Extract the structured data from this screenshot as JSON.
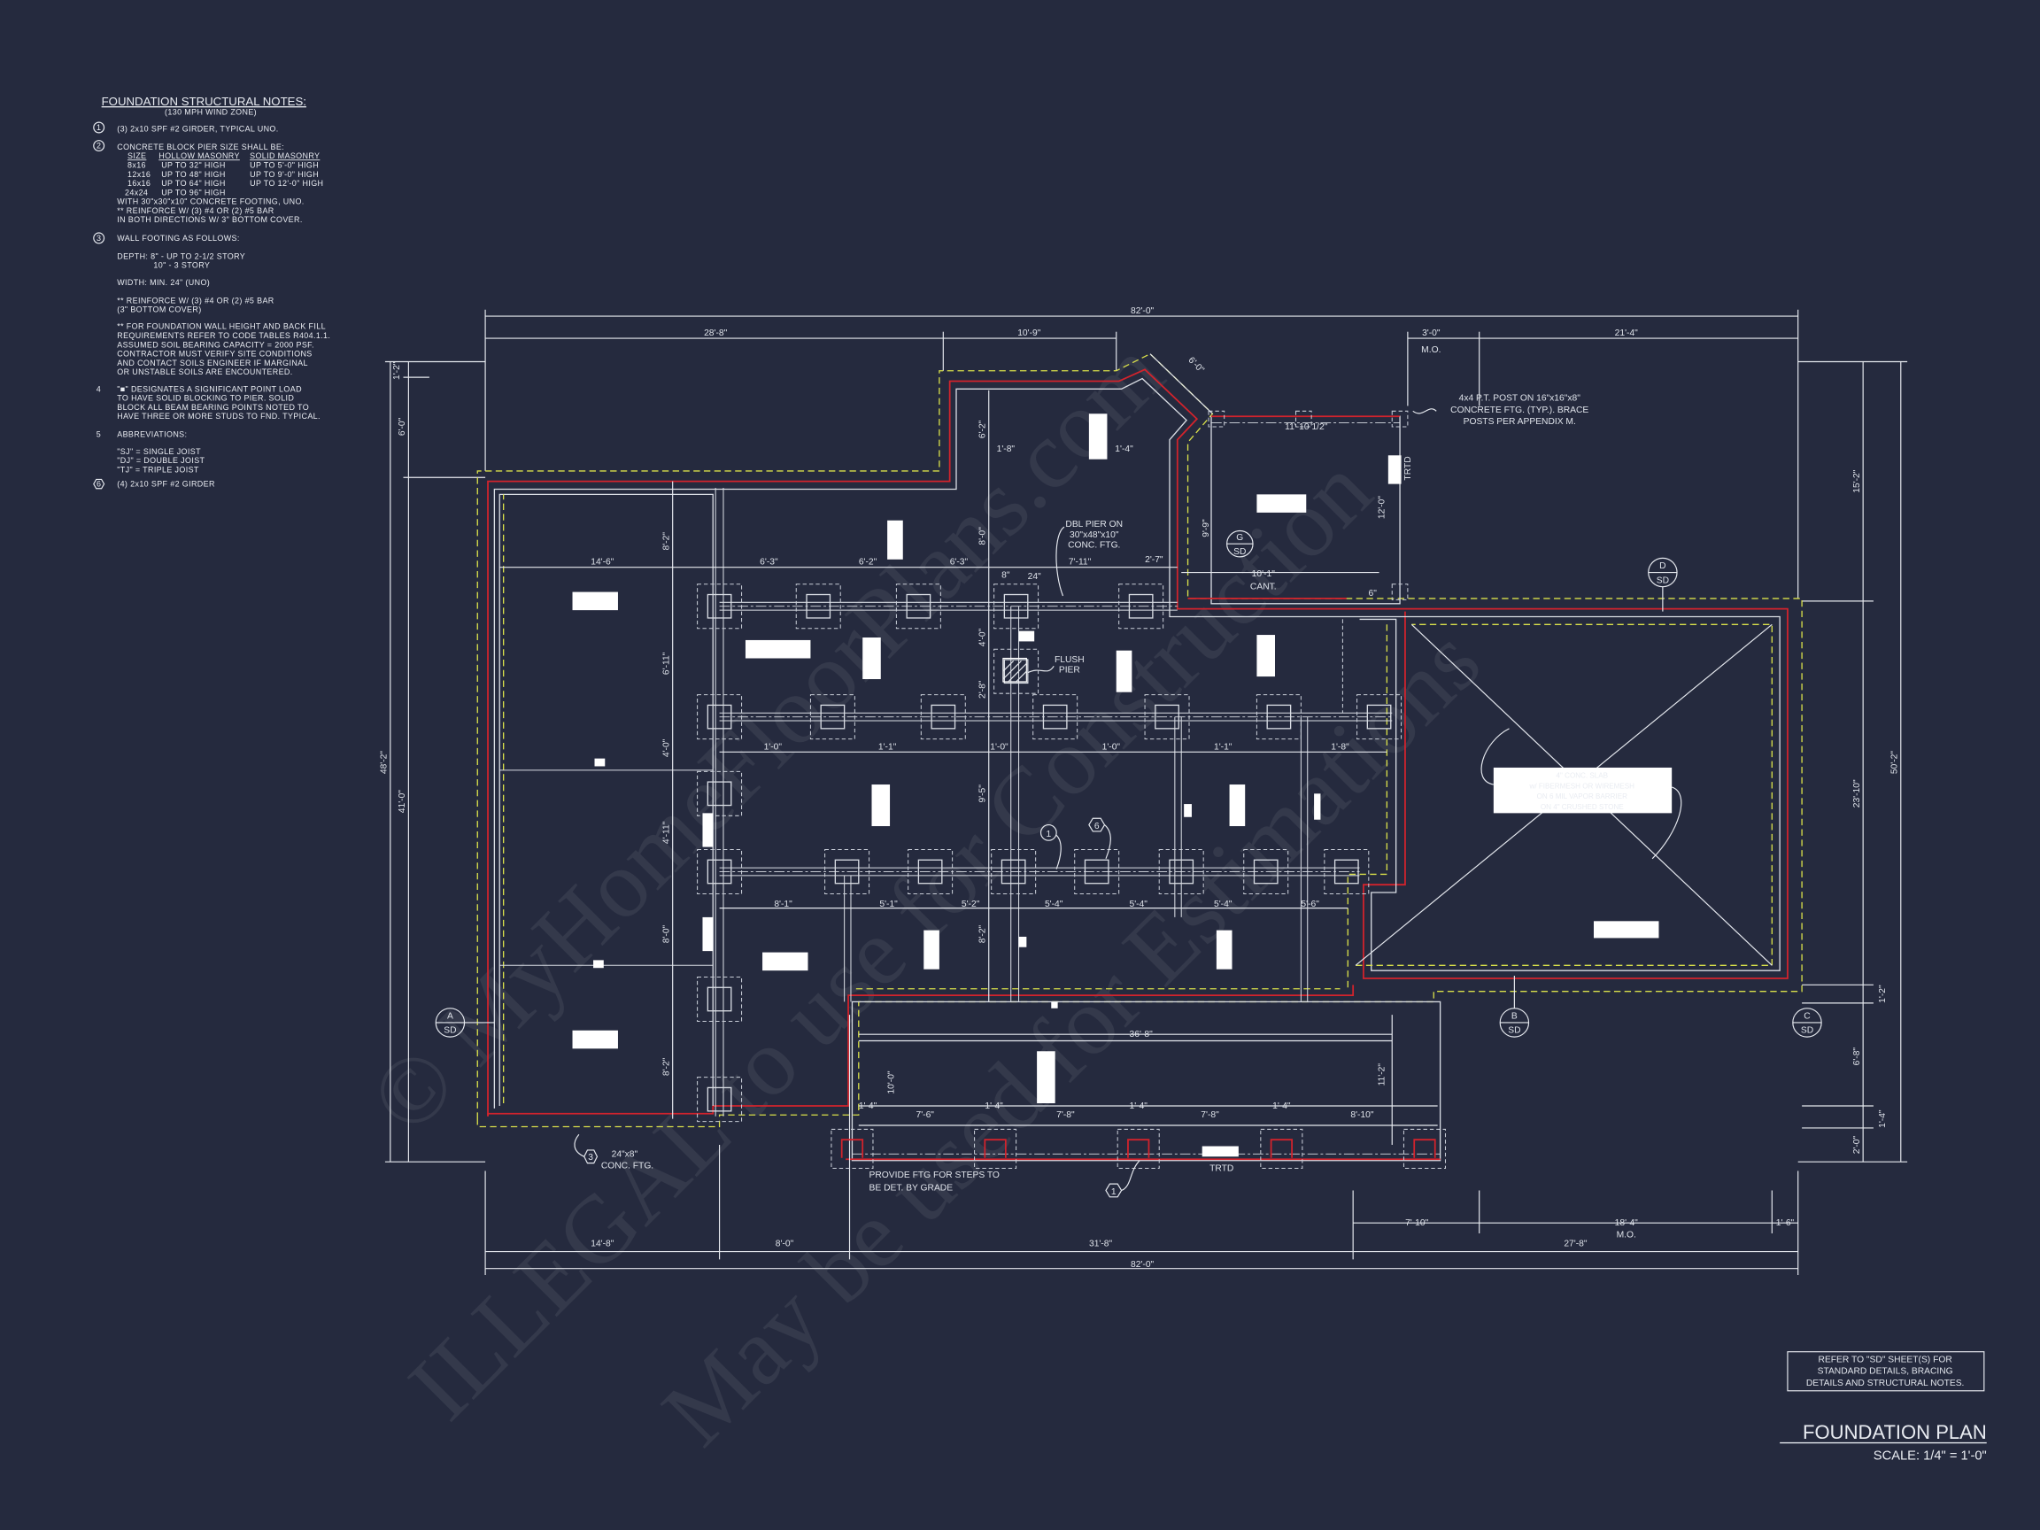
{
  "notes": {
    "title": "FOUNDATION STRUCTURAL NOTES:",
    "subtitle": "(130 MPH WIND ZONE)",
    "item1": {
      "marker": "1",
      "text": "(3) 2x10 SPF #2 GIRDER, TYPICAL UNO."
    },
    "item2": {
      "marker": "2",
      "text": "CONCRETE BLOCK PIER SIZE SHALL BE:",
      "table_headers": [
        "SIZE",
        "HOLLOW MASONRY",
        "SOLID MASONRY"
      ],
      "table_rows": [
        [
          "8x16",
          "UP TO 32\" HIGH",
          "UP TO 5'-0\" HIGH"
        ],
        [
          "12x16",
          "UP TO 48\" HIGH",
          "UP TO 9'-0\" HIGH"
        ],
        [
          "16x16",
          "UP TO 64\" HIGH",
          "UP TO 12'-0\" HIGH"
        ],
        [
          "24x24",
          "UP TO 96\" HIGH",
          ""
        ]
      ],
      "footing": "WITH 30\"x30\"x10\" CONCRETE FOOTING, UNO.",
      "reinforce": "** REINFORCE W/ (3) #4 OR (2) #5 BAR",
      "cover": "IN BOTH DIRECTIONS W/ 3\" BOTTOM COVER."
    },
    "item3": {
      "marker": "3",
      "text": "WALL FOOTING AS FOLLOWS:",
      "depth1": "DEPTH: 8\" - UP TO 2-1/2 STORY",
      "depth2": "10\" - 3 STORY",
      "width": "WIDTH: MIN. 24\" (UNO)",
      "reinforce": "** REINFORCE W/ (3) #4 OR (2) #5 BAR",
      "cover": "(3\" BOTTOM COVER)",
      "para": [
        "** FOR FOUNDATION WALL HEIGHT AND BACK FILL",
        "REQUIREMENTS REFER TO CODE TABLES R404.1.1.",
        "ASSUMED SOIL BEARING CAPACITY = 2000 PSF.",
        "CONTRACTOR MUST VERIFY SITE CONDITIONS",
        "AND CONTACT SOILS ENGINEER IF MARGINAL",
        "OR UNSTABLE SOILS ARE ENCOUNTERED."
      ]
    },
    "item4": {
      "marker": "4",
      "lines": [
        "\"■\" DESIGNATES A SIGNIFICANT POINT LOAD",
        "TO HAVE SOLID BLOCKING TO PIER. SOLID",
        "BLOCK ALL BEAM BEARING POINTS NOTED TO",
        "HAVE THREE OR MORE STUDS TO FND. TYPICAL."
      ]
    },
    "item5": {
      "marker": "5",
      "text": "ABBREVIATIONS:",
      "lines": [
        "\"SJ\" = SINGLE JOIST",
        "\"DJ\" = DOUBLE JOIST",
        "\"TJ\" = TRIPLE JOIST"
      ]
    },
    "item6": {
      "marker": "6",
      "text": "(4) 2x10 SPF #2 GIRDER"
    }
  },
  "dimensions": {
    "top_total": "82'-0\"",
    "top": [
      "28'-8\"",
      "10'-9\"",
      "3'-0\"",
      "21'-4\""
    ],
    "top_mo": "M.O.",
    "bottom": [
      "14'-8\"",
      "8'-0\"",
      "31'-8\"",
      "27'-8\""
    ],
    "bottom_total": "82'-0\"",
    "bottom_upper": [
      "7'-10\"",
      "18'-4\"",
      "1'-6\""
    ],
    "bottom_mo": "M.O.",
    "left_total": "48'-2\"",
    "left": [
      "1'-2\"",
      "6'-0\"",
      "41'-0\""
    ],
    "right_total": "50'-2\"",
    "right": [
      "15'-2\"",
      "23'-10\"",
      "1'-2\"",
      "6'-8\"",
      "1'-4\"",
      "2'-0\""
    ]
  },
  "plan_labels": {
    "row1": [
      "14'-6\"",
      "6'-3\"",
      "6'-2\"",
      "6'-3\"",
      "8\"",
      "24\"",
      "7'-11\"",
      "2'-7\""
    ],
    "row2": [
      "1'-0\"",
      "1'-1\"",
      "1'-0\"",
      "1'-0\"",
      "1'-1\"",
      "1'-8\""
    ],
    "row3": [
      "8'-1\"",
      "5'-1\"",
      "5'-2\"",
      "5'-4\"",
      "5'-4\"",
      "5'-4\"",
      "5'-6\""
    ],
    "left_vert": [
      "8'-2\"",
      "6'-11\"",
      "4'-0\"",
      "4'-11\"",
      "8'-0\"",
      "8'-2\""
    ],
    "mid_vert": [
      "6'-2\"",
      "8'-0\"",
      "4'-0\"",
      "2'-8\"",
      "9'-5\"",
      "8'-2\""
    ],
    "top_small": [
      "1'-8\"",
      "1'-4\""
    ],
    "angled": "6'-0\"",
    "bay": "11'-10 1/2\"",
    "vert_9": "9'-9\"",
    "vert_12": "12'-0\"",
    "cant_dim": "10'-1\"",
    "cant": "CANT.",
    "six": "6\"",
    "trtd_top": "TRTD",
    "span_36": "36'-8\"",
    "vert_10": "10'-0\"",
    "vert_11": "11'-2\"",
    "porch": [
      "1'-4\"",
      "7'-6\"",
      "1'-4\"",
      "7'-8\"",
      "1'-4\"",
      "7'-8\"",
      "1'-4\"",
      "8'-10\""
    ],
    "trtd_porch": "TRTD",
    "steps_note": [
      "PROVIDE FTG FOR STEPS TO",
      "BE DET. BY GRADE"
    ],
    "dbl_pier": [
      "DBL PIER ON",
      "30\"x48\"x10\"",
      "CONC. FTG."
    ],
    "flush_pier": [
      "FLUSH",
      "PIER"
    ],
    "wall_ftg": [
      "24\"x8\"",
      "CONC. FTG."
    ],
    "wall_ftg_marker": "3",
    "post_note": [
      "4x4 P.T. POST ON 16\"x16\"x8\"",
      "CONCRETE FTG. (TYP.). BRACE",
      "POSTS PER APPENDIX M."
    ],
    "slab_note": [
      "4\" CONC. SLAB",
      "w/ FIBERMESH OR WIREMESH",
      "ON 6 MIL VAPOR BARRIER",
      "ON 4\" CRUSHED STONE"
    ],
    "girder_marker_1": "1",
    "girder_marker_6": "6",
    "girder_marker_porch": "1"
  },
  "section_markers": [
    {
      "id": "A",
      "sheet": "SD"
    },
    {
      "id": "B",
      "sheet": "SD"
    },
    {
      "id": "C",
      "sheet": "SD"
    },
    {
      "id": "D",
      "sheet": "SD"
    },
    {
      "id": "G",
      "sheet": "SD"
    }
  ],
  "refer_note": [
    "REFER TO \"SD\"  SHEET(S) FOR",
    "STANDARD DETAILS, BRACING",
    "DETAILS AND STRUCTURAL NOTES."
  ],
  "title_block": {
    "title": "FOUNDATION PLAN",
    "scale": "SCALE: 1/4\" = 1'-0\""
  },
  "watermark": [
    "© MyHomeFloorPlans.com",
    "ILLEGAL to use for Construction",
    "May be used for Estimations"
  ],
  "colors": {
    "background": "#252a3e",
    "foundation_wall": "#d3232c",
    "footing_edge": "#d9e04a",
    "linework": "#e6e9ef"
  }
}
